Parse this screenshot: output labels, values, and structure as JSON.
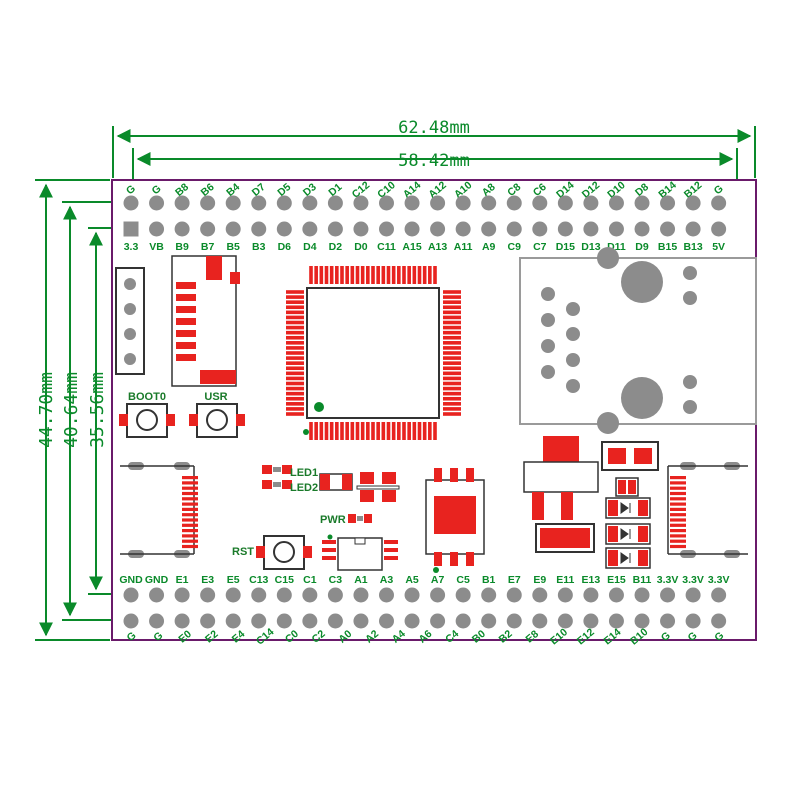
{
  "dimensions": {
    "width_outer": "62.48mm",
    "width_inner": "58.42mm",
    "height_outer": "44.70mm",
    "height_mid": "40.64mm",
    "height_inner": "35.56mm"
  },
  "top_header": {
    "outer_labels": [
      "G",
      "G",
      "B8",
      "B6",
      "B4",
      "D7",
      "D5",
      "D3",
      "D1",
      "C12",
      "C10",
      "A14",
      "A12",
      "A10",
      "A8",
      "C8",
      "C6",
      "D14",
      "D12",
      "D10",
      "D8",
      "B14",
      "B12",
      "G"
    ],
    "inner_labels": [
      "3.3",
      "VB",
      "B9",
      "B7",
      "B5",
      "B3",
      "D6",
      "D4",
      "D2",
      "D0",
      "C11",
      "A15",
      "A13",
      "A11",
      "A9",
      "C9",
      "C7",
      "D15",
      "D13",
      "D11",
      "D9",
      "B15",
      "B13",
      "5V"
    ]
  },
  "bottom_header": {
    "inner_labels": [
      "GND",
      "GND",
      "E1",
      "E3",
      "E5",
      "C13",
      "C15",
      "C1",
      "C3",
      "A1",
      "A3",
      "A5",
      "A7",
      "C5",
      "B1",
      "E7",
      "E9",
      "E11",
      "E13",
      "E15",
      "B11",
      "3.3V",
      "3.3V",
      "3.3V"
    ],
    "outer_labels": [
      "G",
      "G",
      "E0",
      "E2",
      "E4",
      "C14",
      "C0",
      "C2",
      "A0",
      "A2",
      "A4",
      "A6",
      "C4",
      "B0",
      "B2",
      "E8",
      "E10",
      "E12",
      "E14",
      "B10",
      "G",
      "G",
      "G"
    ]
  },
  "silkscreen": {
    "boot0": "BOOT0",
    "usr": "USR",
    "rst": "RST",
    "led1": "LED1",
    "led2": "LED2",
    "pwr": "PWR"
  },
  "colors": {
    "dimension_line": "#0a8a2a",
    "board_outline": "#6a1a6a",
    "copper_pad": "#e8231f",
    "pad_gray": "#8c8c8c",
    "silkscreen": "#1a7a2a"
  },
  "icon_names": [
    "mcu-chip",
    "ethernet-jack-outline",
    "reset-button",
    "boot0-button",
    "usr-button"
  ]
}
